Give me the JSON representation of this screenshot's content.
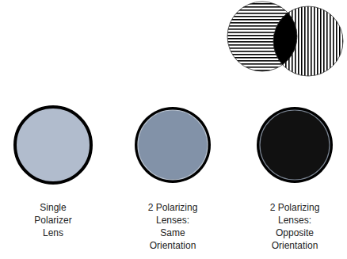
{
  "diagram": {
    "labels": [
      "Single Polarizer Lens",
      "2 Polarizing Lenses: Same Orientation",
      "2 Polarizing Lenses: Opposite Orientation"
    ]
  }
}
